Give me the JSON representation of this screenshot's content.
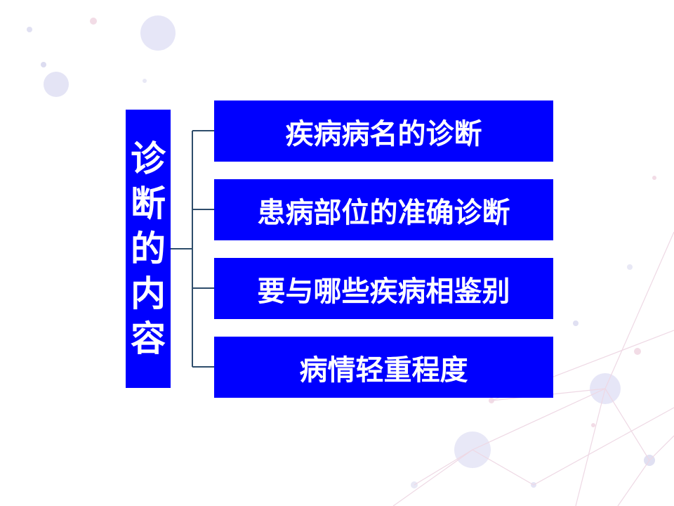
{
  "title": {
    "chars": [
      "诊",
      "断",
      "的",
      "内",
      "容"
    ]
  },
  "items": [
    {
      "label": "疾病病名的诊断"
    },
    {
      "label": "患病部位的准确诊断"
    },
    {
      "label": "要与哪些疾病相鉴别"
    },
    {
      "label": "病情轻重程度"
    }
  ],
  "colors": {
    "box_fill": "#0000ff",
    "text": "#ffffff",
    "connector": "#2e4d6b",
    "decor_dots": "#dcdcf0",
    "decor_lines": "#e8c8d8"
  }
}
